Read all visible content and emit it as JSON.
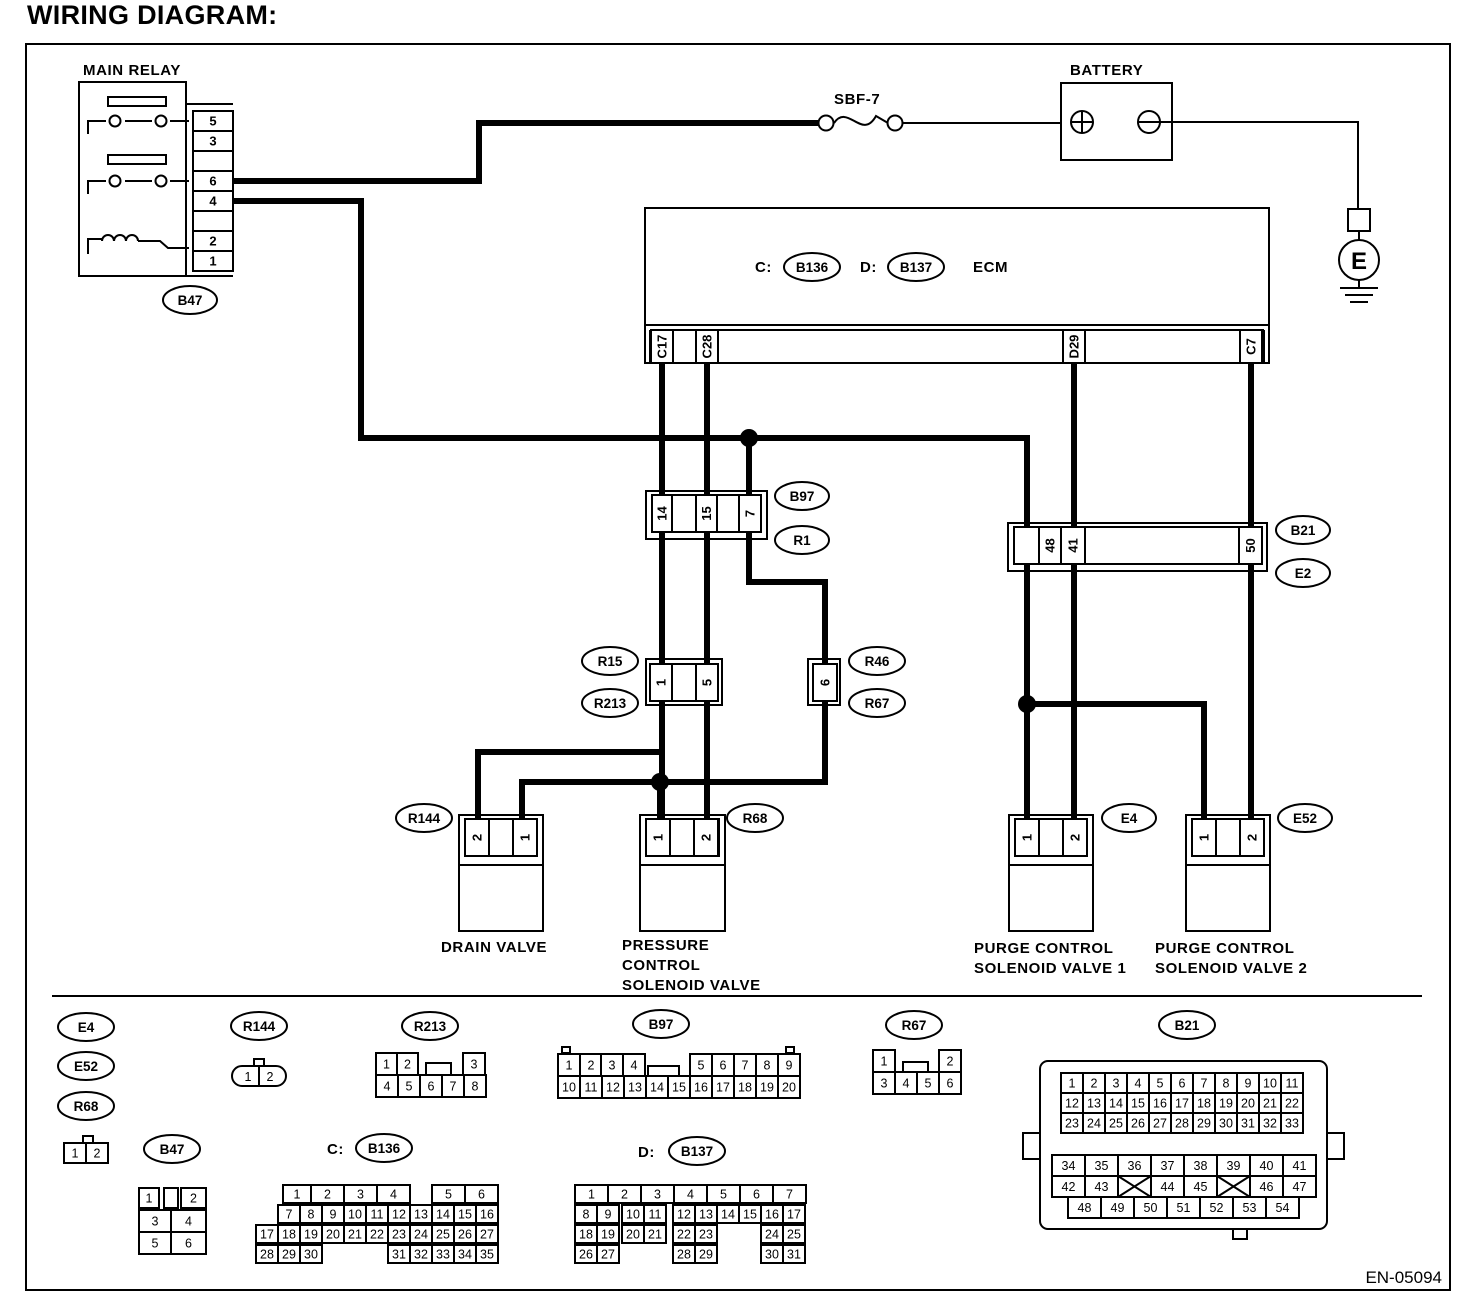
{
  "title": "WIRING DIAGRAM:",
  "figure_id": "EN-05094",
  "main_relay": {
    "label": "MAIN RELAY",
    "connector": "B47",
    "pins": [
      "5",
      "3",
      "",
      "6",
      "4",
      "",
      "2",
      "1"
    ]
  },
  "fuse": {
    "label": "SBF-7"
  },
  "battery": {
    "label": "BATTERY"
  },
  "ground": {
    "label": "E"
  },
  "ecm": {
    "label": "ECM",
    "prefix_c": "C:",
    "conn_c": "B136",
    "prefix_d": "D:",
    "conn_d": "B137",
    "pins": [
      "C17",
      "C28",
      "D29",
      "C7"
    ]
  },
  "conn_b97": {
    "tags": [
      "B97",
      "R1"
    ],
    "pins": [
      "14",
      "15",
      "7"
    ]
  },
  "conn_b21": {
    "tags": [
      "B21",
      "E2"
    ],
    "pins": [
      "48",
      "41",
      "50"
    ]
  },
  "conn_r15": {
    "tags": [
      "R15",
      "R213"
    ],
    "pins": [
      "1",
      "5"
    ]
  },
  "conn_r46": {
    "tags": [
      "R46",
      "R67"
    ],
    "pins": [
      "6"
    ]
  },
  "components": {
    "drain_valve": {
      "label": "DRAIN VALVE",
      "connector": "R144",
      "pins": [
        "2",
        "1"
      ]
    },
    "pressure_valve": {
      "label_lines": [
        "PRESSURE",
        "CONTROL",
        "SOLENOID VALVE"
      ],
      "connector": "R68",
      "pins": [
        "1",
        "2"
      ]
    },
    "purge1": {
      "label_lines": [
        "PURGE CONTROL",
        "SOLENOID VALVE 1"
      ],
      "connector": "E4",
      "pins": [
        "1",
        "2"
      ]
    },
    "purge2": {
      "label_lines": [
        "PURGE CONTROL",
        "SOLENOID VALVE 2"
      ],
      "connector": "E52",
      "pins": [
        "1",
        "2"
      ]
    }
  },
  "legend": {
    "tags_2pin": [
      "E4",
      "E52",
      "R68"
    ],
    "tag_r144": "R144",
    "tag_r213": "R213",
    "tag_b97": "B97",
    "tag_r67": "R67",
    "tag_b21": "B21",
    "tag_b47": "B47",
    "tag_b136": "B136",
    "prefix_c": "C:",
    "tag_b137": "B137",
    "prefix_d": "D:",
    "pins_2pin": [
      "1",
      "2"
    ],
    "pins_r144": [
      "1",
      "2"
    ],
    "pins_b47": [
      "1",
      "2",
      "3",
      "4",
      "5",
      "6"
    ],
    "pins_r213": [
      "1",
      "2",
      "3",
      "4",
      "5",
      "6",
      "7",
      "8"
    ],
    "pins_r67": [
      "1",
      "2",
      "3",
      "4",
      "5",
      "6"
    ],
    "pins_b97": [
      "1",
      "2",
      "3",
      "4",
      "5",
      "6",
      "7",
      "8",
      "9",
      "10",
      "11",
      "12",
      "13",
      "14",
      "15",
      "16",
      "17",
      "18",
      "19",
      "20"
    ],
    "pins_b136": [
      "1",
      "2",
      "3",
      "4",
      "5",
      "6",
      "7",
      "8",
      "9",
      "10",
      "11",
      "12",
      "13",
      "14",
      "15",
      "16",
      "17",
      "18",
      "19",
      "20",
      "21",
      "22",
      "23",
      "24",
      "25",
      "26",
      "27",
      "28",
      "29",
      "30",
      "31",
      "32",
      "33",
      "34",
      "35"
    ],
    "pins_b137": [
      "1",
      "2",
      "3",
      "4",
      "5",
      "6",
      "7",
      "8",
      "9",
      "10",
      "11",
      "12",
      "13",
      "14",
      "15",
      "16",
      "17",
      "18",
      "19",
      "20",
      "21",
      "22",
      "23",
      "24",
      "25",
      "26",
      "27",
      "28",
      "29",
      "30",
      "31"
    ],
    "pins_b21": [
      "1",
      "2",
      "3",
      "4",
      "5",
      "6",
      "7",
      "8",
      "9",
      "10",
      "11",
      "12",
      "13",
      "14",
      "15",
      "16",
      "17",
      "18",
      "19",
      "20",
      "21",
      "22",
      "23",
      "24",
      "25",
      "26",
      "27",
      "28",
      "29",
      "30",
      "31",
      "32",
      "33",
      "34",
      "35",
      "36",
      "37",
      "38",
      "39",
      "40",
      "41",
      "42",
      "43",
      "44",
      "45",
      "46",
      "47",
      "48",
      "49",
      "50",
      "51",
      "52",
      "53",
      "54"
    ]
  }
}
